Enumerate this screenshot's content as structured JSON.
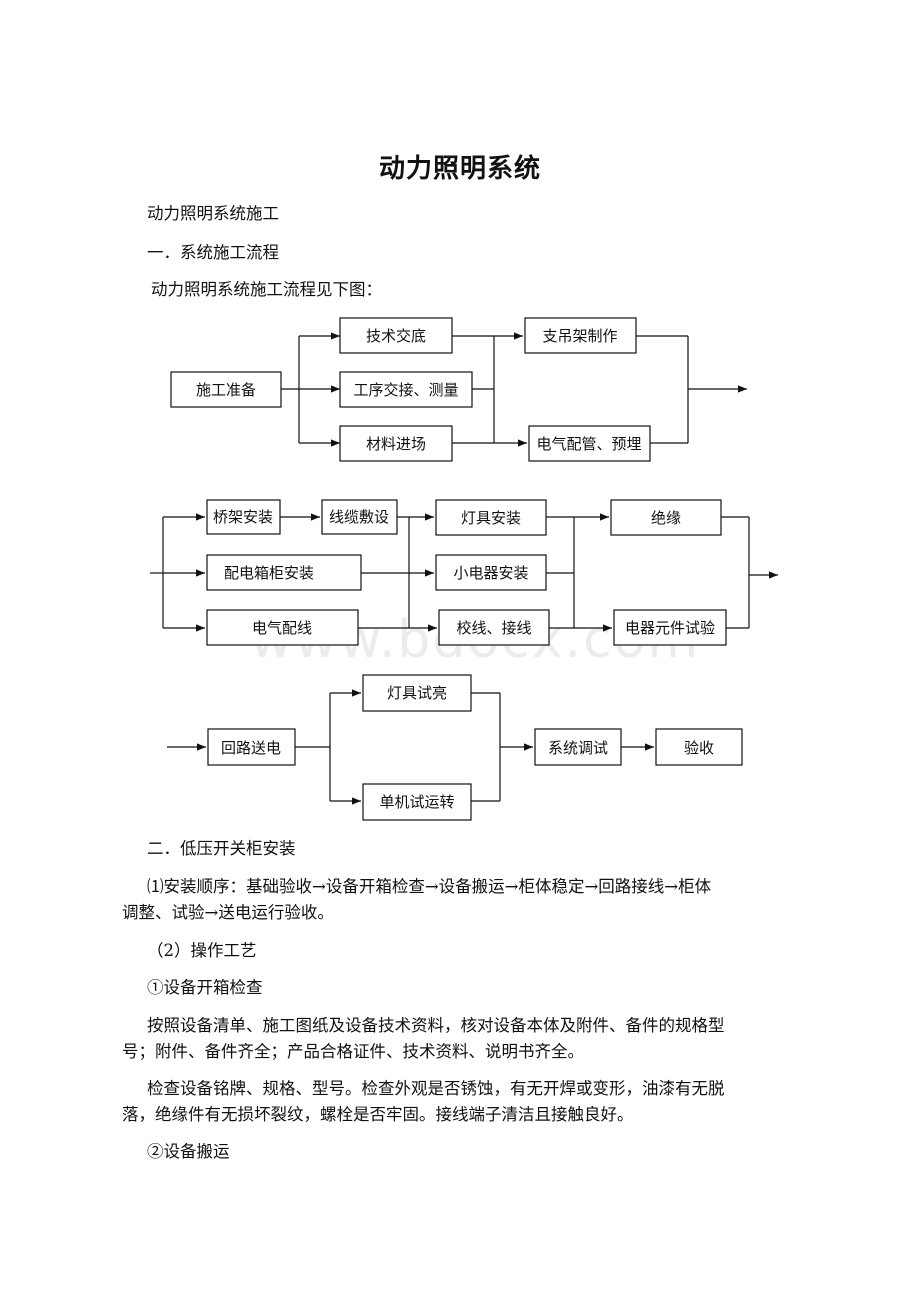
{
  "doc": {
    "title": "动力照明系统",
    "subtitle": "动力照明系统施工",
    "section1": "一．系统施工流程",
    "intro": "动力照明系统施工流程见下图：",
    "section2": "二．低压开关柜安装",
    "p1a": "⑴安装顺序：基础验收→设备开箱检查→设备搬运→柜体稳定→回路接线→柜体",
    "p1b": "调整、试验→送电运行验收。",
    "p2": "（2）操作工艺",
    "p3": "①设备开箱检查",
    "p4a": "按照设备清单、施工图纸及设备技术资料，核对设备本体及附件、备件的规格型",
    "p4b": "号；附件、备件齐全；产品合格证件、技术资料、说明书齐全。",
    "p5a": "检查设备铭牌、规格、型号。检查外观是否锈蚀，有无开焊或变形，油漆有无脱",
    "p5b": "落，绝缘件有无损坏裂纹，螺栓是否牢固。接线端子清洁且接触良好。",
    "p6": "②设备搬运",
    "watermark": "www.bdocx.com"
  },
  "flow": {
    "d1": [
      "施工准备",
      "技术交底",
      "工序交接、测量",
      "材料进场",
      "支吊架制作",
      "电气配管、预埋"
    ],
    "d2": [
      "桥架安装",
      "线缆敷设",
      "配电箱柜安装",
      "电气配线",
      "灯具安装",
      "小电器安装",
      "校线、接线",
      "绝缘",
      "电器元件试验"
    ],
    "d3": [
      "回路送电",
      "灯具试亮",
      "单机试运转",
      "系统调试",
      "验收"
    ]
  }
}
